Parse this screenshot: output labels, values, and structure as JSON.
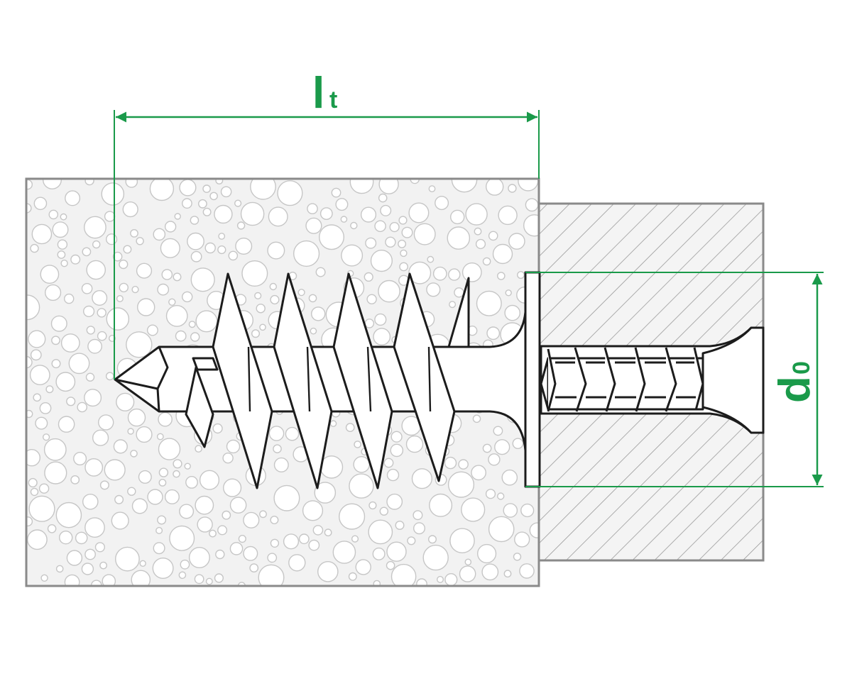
{
  "dimensions": {
    "length": {
      "main": "l",
      "sub": "t"
    },
    "diameter": {
      "main": "d",
      "sub": "0"
    }
  },
  "colors": {
    "dimension": "#1a9a4a",
    "outline": "#1c1c1c",
    "insulation_fill": "#f2f2f2",
    "insulation_border": "#8a8a8a",
    "bubble_stroke": "#c6c6c6",
    "substrate_fill": "#f4f4f4",
    "hatch": "#9a9a9a"
  },
  "parts": [
    "insulation-panel",
    "substrate-block",
    "insulation-anchor",
    "fixing-screw"
  ]
}
